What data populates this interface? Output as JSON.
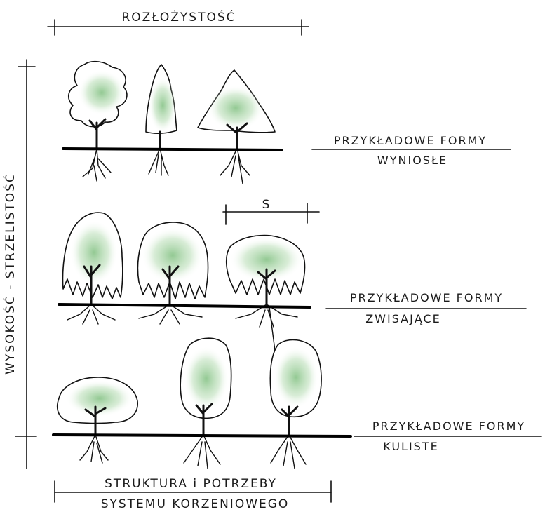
{
  "labels": {
    "spread": "ROZŁOŻYSTOŚĆ",
    "height": "WYSOKOŚĆ - STRZELISTOŚĆ",
    "spacing": "S",
    "roots_line1": "STRUKTURA i POTRZEBY",
    "roots_line2": "SYSTEMU KORZENIOWEGO"
  },
  "rows": [
    {
      "title": "PRZYKŁADOWE FORMY",
      "subtitle": "WYNIOSŁE"
    },
    {
      "title": "PRZYKŁADOWE FORMY",
      "subtitle": "ZWISAJĄCE"
    },
    {
      "title": "PRZYKŁADOWE FORMY",
      "subtitle": "KULISTE"
    }
  ],
  "colors": {
    "ink": "#111111",
    "foliage": "#7fbf7f",
    "paper": "#ffffff"
  }
}
